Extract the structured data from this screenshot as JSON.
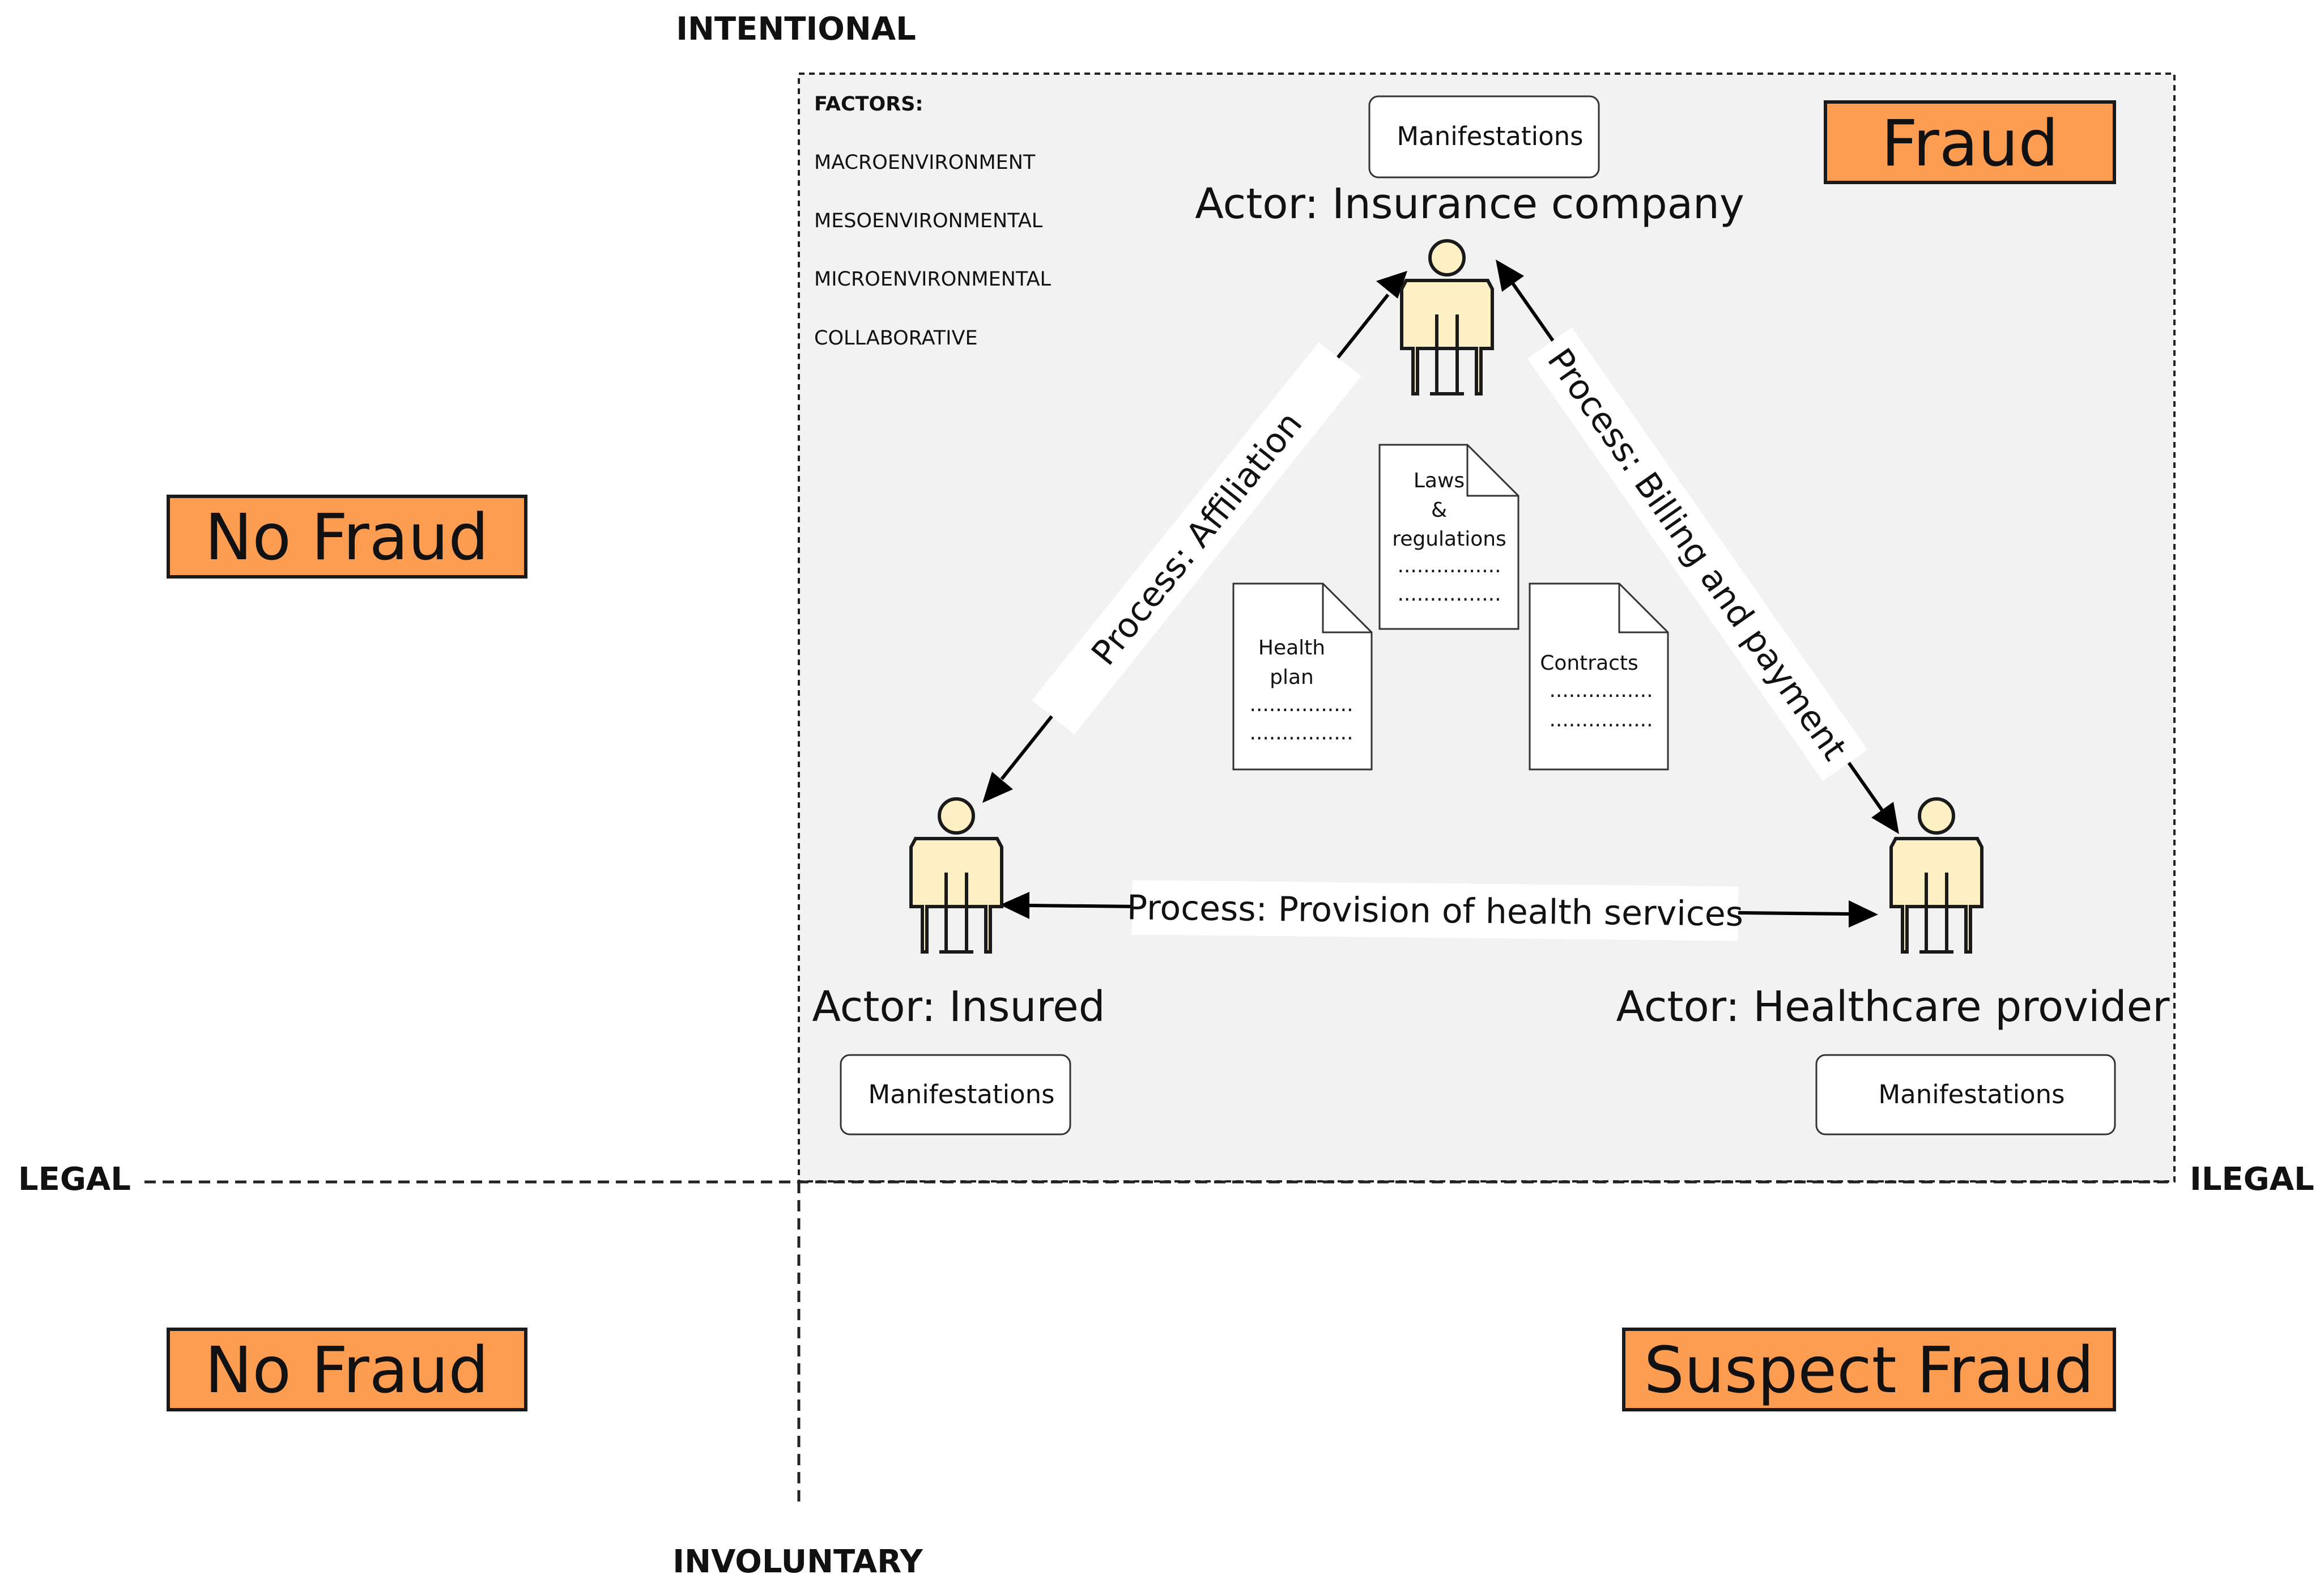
{
  "axes": {
    "top": "INTENTIONAL",
    "bottom": "INVOLUNTARY",
    "left": "LEGAL",
    "right": "ILEGAL"
  },
  "factors": {
    "heading": "FACTORS:",
    "items": [
      "MACROENVIRONMENT",
      "MESOENVIRONMENTAL",
      "MICROENVIRONMENTAL",
      "COLLABORATIVE"
    ]
  },
  "actors": {
    "insurer": "Actor: Insurance company",
    "insured": "Actor: Insured",
    "provider": "Actor: Healthcare provider"
  },
  "manifestations": {
    "insurer": "Manifestations",
    "insured": "Manifestations",
    "provider": "Manifestations"
  },
  "processes": {
    "affiliation": "Process: Affiliation",
    "billing": "Process: Billing and payment",
    "provision": "Process: Provision of health services"
  },
  "documents": {
    "laws": {
      "line1": "Laws",
      "line2": "&",
      "line3": "regulations",
      "dots": "................"
    },
    "health_plan": {
      "line1": "Health",
      "line2": "plan",
      "dots": "................"
    },
    "contracts": {
      "line1": "Contracts",
      "dots": "................"
    }
  },
  "verdicts": {
    "top_left": "No Fraud",
    "top_right": "Fraud",
    "bottom_left": "No Fraud",
    "bottom_right": "Suspect Fraud"
  },
  "colors": {
    "verdict_fill": "#fd9d52",
    "person_fill": "#fdf0c4",
    "panel_fill": "#f2f2f2"
  }
}
